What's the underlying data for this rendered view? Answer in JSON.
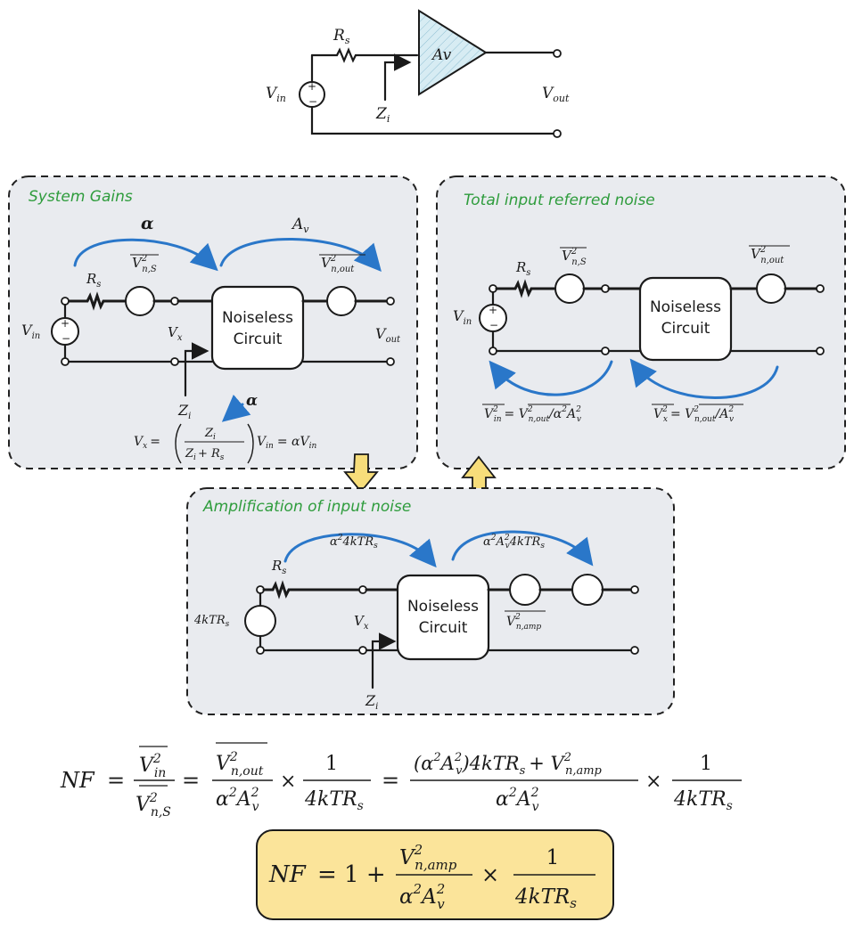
{
  "top": {
    "rs": "R",
    "rs_sub": "s",
    "amp": "Av",
    "vin": "V",
    "vin_sub": "in",
    "vout": "V",
    "vout_sub": "out",
    "zi": "Z",
    "zi_sub": "i"
  },
  "panel1": {
    "title": "System Gains",
    "alpha": "α",
    "av": "A",
    "av_sub": "v",
    "vns": "V",
    "vns_sup": "2",
    "vns_sub": "n,S",
    "vnout": "V",
    "vnout_sup": "2",
    "vnout_sub": "n,out",
    "rs": "R",
    "rs_sub": "s",
    "vin": "V",
    "vin_sub": "in",
    "vout": "V",
    "vout_sub": "out",
    "vx": "V",
    "vx_sub": "x",
    "zi": "Z",
    "zi_sub": "i",
    "block_l1": "Noiseless",
    "block_l2": "Circuit",
    "eq_lhs": "V",
    "eq_lhs_sub": "x",
    "eq_eq": "=",
    "eq_num": "Z",
    "eq_num_sub": "i",
    "eq_den": "Z",
    "eq_den_sub": "i",
    "eq_plus": "+ R",
    "eq_den_sub2": "s",
    "eq_rhs": "V",
    "eq_rhs_sub": "in",
    "eq_rhs2": "= αV",
    "eq_rhs2_sub": "in",
    "alpha2": "α"
  },
  "panel2": {
    "title": "Total input referred noise",
    "rs": "R",
    "rs_sub": "s",
    "vns": "V",
    "vns_sup": "2",
    "vns_sub": "n,S",
    "vnout": "V",
    "vnout_sup": "2",
    "vnout_sub": "n,out",
    "vin": "V",
    "vin_sub": "in",
    "block_l1": "Noiseless",
    "block_l2": "Circuit",
    "eq1_lhs": "V",
    "eq1_lhs_sup": "2",
    "eq1_lhs_sub": "in",
    "eq1_mid": "= ",
    "eq1_rhs": "V",
    "eq1_rhs_sup": "2",
    "eq1_rhs_sub": "n,out",
    "eq1_tail": "/α",
    "eq1_tail2": "2",
    "eq1_tail3": "A",
    "eq1_tail4": "2",
    "eq1_tail5": "v",
    "eq2_lhs": "V",
    "eq2_lhs_sup": "2",
    "eq2_lhs_sub": "x",
    "eq2_mid": "= ",
    "eq2_rhs": "V",
    "eq2_rhs_sup": "2",
    "eq2_rhs_sub": "n,out",
    "eq2_tail": "/A",
    "eq2_tail2": "2",
    "eq2_tail3": "v"
  },
  "panel3": {
    "title": "Amplification of input noise",
    "g1": "α",
    "g1_sup": "2",
    "g1_tail": "4kTR",
    "g1_sub": "s",
    "g2": "α",
    "g2_sup": "2",
    "g2_mid": "A",
    "g2_sup2": "2",
    "g2_sub": "v",
    "g2_tail": "4kTR",
    "g2_sub2": "s",
    "rs": "R",
    "rs_sub": "s",
    "src": "4kTR",
    "src_sub": "s",
    "vx": "V",
    "vx_sub": "x",
    "zi": "Z",
    "zi_sub": "i",
    "vnamp": "V",
    "vnamp_sup": "2",
    "vnamp_sub": "n,amp",
    "block_l1": "Noiseless",
    "block_l2": "Circuit"
  },
  "nf_line": {
    "nf": "NF",
    "eq": "=",
    "f1_num": "V",
    "f1_num_sup": "2",
    "f1_num_sub": "in",
    "f1_den": "V",
    "f1_den_sup": "2",
    "f1_den_sub": "n,S",
    "f2_num": "V",
    "f2_num_sup": "2",
    "f2_num_sub": "n,out",
    "f2_den": "α",
    "f2_den_sup": "2",
    "f2_den2": "A",
    "f2_den_sup2": "2",
    "f2_den_sub": "v",
    "times": "×",
    "one": "1",
    "f3_den": "4kTR",
    "f3_den_sub": "s",
    "f4_num_a": "(α",
    "f4_num_sup": "2",
    "f4_num_b": "A",
    "f4_num_sup2": "2",
    "f4_num_sub": "v",
    "f4_num_c": ")4kTR",
    "f4_num_sub2": "s",
    "f4_num_d": "+ V",
    "f4_num_sup3": "2",
    "f4_num_sub3": "n,amp"
  },
  "nf_box": {
    "nf": "NF",
    "eq": "= 1 +",
    "num": "V",
    "num_sup": "2",
    "num_sub": "n,amp",
    "den": "α",
    "den_sup": "2",
    "den2": "A",
    "den_sup2": "2",
    "den_sub": "v",
    "times": "×",
    "one": "1",
    "den3": "4kTR",
    "den3_sub": "s"
  },
  "colors": {
    "panel_bg": "#e9ebef",
    "title_green": "#2e9c3c",
    "arrow_blue": "#2a77c9",
    "amp_fill": "#cfe6ef",
    "nf_box": "#fbe49a",
    "yellow_arrow": "#f7dd7a"
  }
}
